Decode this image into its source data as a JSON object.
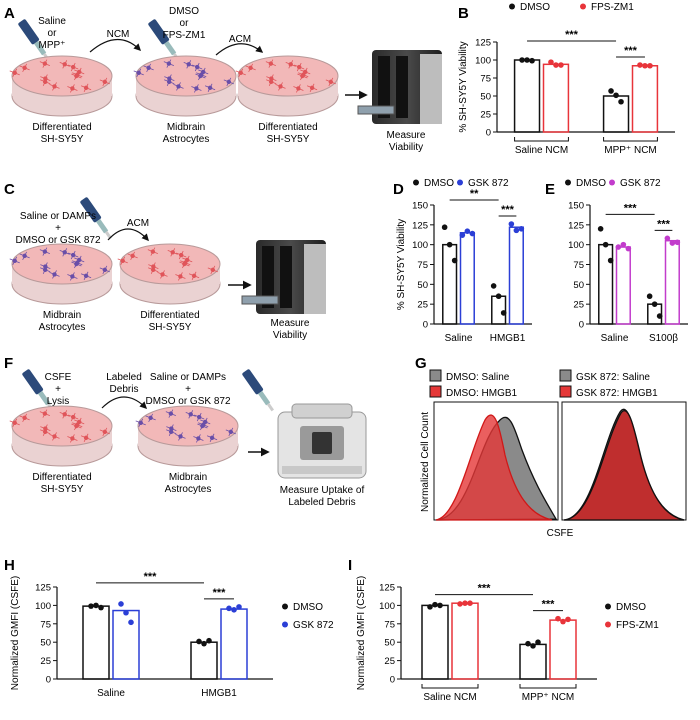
{
  "panels": [
    "A",
    "B",
    "C",
    "D",
    "E",
    "F",
    "G",
    "H",
    "I"
  ],
  "schematic_a": {
    "treat1": [
      "Saline",
      "or",
      "MPP⁺"
    ],
    "arrow1": "NCM",
    "treat2": [
      "DMSO",
      "or",
      "FPS-ZM1"
    ],
    "arrow2": "ACM",
    "dish1": [
      "Differentiated",
      "SH-SY5Y"
    ],
    "dish2": [
      "Midbrain",
      "Astrocytes"
    ],
    "dish3": [
      "Differentiated",
      "SH-SY5Y"
    ],
    "measure": [
      "Measure",
      "Viability"
    ]
  },
  "schematic_c": {
    "treat1": [
      "Saline or DAMPs",
      "+",
      "DMSO or GSK 872"
    ],
    "arrow1": "ACM",
    "dish1": [
      "Midbrain",
      "Astrocytes"
    ],
    "dish2": [
      "Differentiated",
      "SH-SY5Y"
    ],
    "measure": [
      "Measure",
      "Viability"
    ]
  },
  "schematic_f": {
    "treat1": [
      "CSFE",
      "+",
      "Lysis"
    ],
    "arrow1": [
      "Labeled",
      "Debris"
    ],
    "treat2": [
      "Saline or DAMPs",
      "+",
      "DMSO or GSK 872"
    ],
    "dish1": [
      "Differentiated",
      "SH-SY5Y"
    ],
    "dish2": [
      "Midbrain",
      "Astrocytes"
    ],
    "measure": [
      "Measure Uptake of",
      "Labeled Debris"
    ]
  },
  "colors": {
    "dmso": "#111111",
    "fps": "#e8343a",
    "gsk_blue": "#2b3fd6",
    "gsk_magenta": "#c23ccc",
    "dish": "#f2b8b8",
    "cell": "#e0555a",
    "astro": "#6a4fa8"
  },
  "chart_data": [
    {
      "panel": "B",
      "type": "bar",
      "legend": [
        "DMSO",
        "FPS-ZM1"
      ],
      "ylabel": "% SH-SY5Y Viability",
      "ylim": [
        0,
        125
      ],
      "yticks": [
        0,
        25,
        50,
        75,
        100,
        125
      ],
      "categories": [
        "Saline NCM",
        "MPP⁺ NCM"
      ],
      "series": [
        {
          "name": "DMSO",
          "values": [
            100,
            50
          ],
          "points": [
            [
              100,
              100,
              99
            ],
            [
              57,
              51,
              42
            ]
          ]
        },
        {
          "name": "FPS-ZM1",
          "values": [
            94,
            92
          ],
          "points": [
            [
              97,
              93,
              93
            ],
            [
              93,
              92,
              92
            ]
          ]
        }
      ],
      "significance": [
        "***",
        "***"
      ]
    },
    {
      "panel": "D",
      "type": "bar",
      "legend": [
        "DMSO",
        "GSK 872"
      ],
      "ylabel": "% SH-SY5Y Viability",
      "ylim": [
        0,
        150
      ],
      "yticks": [
        0,
        25,
        50,
        75,
        100,
        125,
        150
      ],
      "categories": [
        "Saline",
        "HMGB1"
      ],
      "series": [
        {
          "name": "DMSO",
          "values": [
            100,
            35
          ],
          "points": [
            [
              122,
              100,
              80
            ],
            [
              48,
              35,
              14
            ]
          ]
        },
        {
          "name": "GSK 872",
          "values": [
            115,
            122
          ],
          "points": [
            [
              112,
              117,
              114
            ],
            [
              126,
              118,
              120
            ]
          ]
        }
      ],
      "significance": [
        "**",
        "***"
      ]
    },
    {
      "panel": "E",
      "type": "bar",
      "legend": [
        "DMSO",
        "GSK 872"
      ],
      "ylabel": "",
      "ylim": [
        0,
        150
      ],
      "yticks": [
        0,
        25,
        50,
        75,
        100,
        125,
        150
      ],
      "categories": [
        "Saline",
        "S100β"
      ],
      "series": [
        {
          "name": "DMSO",
          "values": [
            100,
            25
          ],
          "points": [
            [
              120,
              100,
              80
            ],
            [
              35,
              25,
              10
            ]
          ]
        },
        {
          "name": "GSK 872",
          "values": [
            97,
            105
          ],
          "points": [
            [
              97,
              100,
              95
            ],
            [
              108,
              102,
              103
            ]
          ]
        }
      ],
      "significance": [
        "***",
        "***"
      ]
    },
    {
      "panel": "G",
      "type": "area",
      "legend": [
        "DMSO: Saline",
        "DMSO: HMGB1",
        "GSK 872: Saline",
        "GSK 872: HMGB1"
      ],
      "ylabel": "Normalized Cell Count",
      "xlabel": "CSFE"
    },
    {
      "panel": "H",
      "type": "bar",
      "legend": [
        "DMSO",
        "GSK 872"
      ],
      "ylabel": "Normalized GMFI (CSFE)",
      "ylim": [
        0,
        125
      ],
      "yticks": [
        0,
        25,
        50,
        75,
        100,
        125
      ],
      "categories": [
        "Saline",
        "HMGB1"
      ],
      "series": [
        {
          "name": "DMSO",
          "values": [
            99,
            50
          ],
          "points": [
            [
              99,
              100,
              97
            ],
            [
              51,
              48,
              52
            ]
          ]
        },
        {
          "name": "GSK 872",
          "values": [
            93,
            95
          ],
          "points": [
            [
              102,
              90,
              77
            ],
            [
              96,
              94,
              98
            ]
          ]
        }
      ],
      "significance": [
        "***",
        "***"
      ]
    },
    {
      "panel": "I",
      "type": "bar",
      "legend": [
        "DMSO",
        "FPS-ZM1"
      ],
      "ylabel": "Normalized GMFI (CSFE)",
      "ylim": [
        0,
        125
      ],
      "yticks": [
        0,
        25,
        50,
        75,
        100,
        125
      ],
      "categories": [
        "Saline NCM",
        "MPP⁺ NCM"
      ],
      "series": [
        {
          "name": "DMSO",
          "values": [
            100,
            47
          ],
          "points": [
            [
              98,
              101,
              100
            ],
            [
              48,
              45,
              50
            ]
          ]
        },
        {
          "name": "FPS-ZM1",
          "values": [
            103,
            80
          ],
          "points": [
            [
              102,
              103,
              103
            ],
            [
              82,
              78,
              81
            ]
          ]
        }
      ],
      "significance": [
        "***",
        "***"
      ]
    }
  ]
}
